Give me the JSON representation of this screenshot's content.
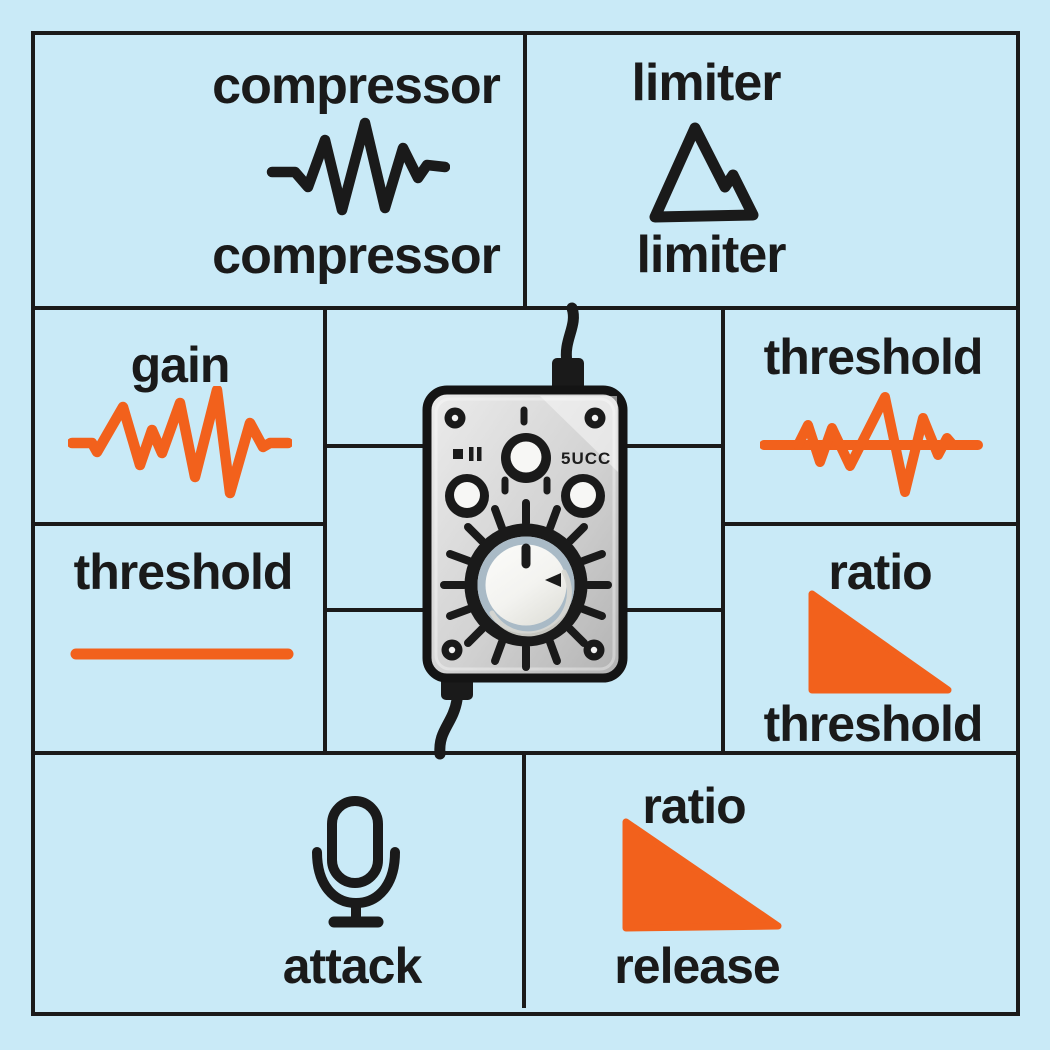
{
  "title": "audio compressor concepts grid illustration",
  "colors": {
    "background": "#c9eaf7",
    "ink": "#1a1a1a",
    "accent": "#f2611c",
    "device_gray": "#d6d6d6",
    "knob_ring": "#a9bac6"
  },
  "cells": {
    "top_left": {
      "label_top": "compressor",
      "label_bottom": "compressor",
      "icon": "sound-wave"
    },
    "top_right": {
      "label_top": "limiter",
      "label_bottom": "limiter",
      "icon": "mountain-peak"
    },
    "mid_left_upper": {
      "label": "gain",
      "icon": "sound-wave-orange"
    },
    "mid_left_lower": {
      "label": "threshold",
      "icon": "threshold-line"
    },
    "mid_right_upper": {
      "label": "threshold",
      "icon": "sound-wave-with-baseline"
    },
    "mid_right_lower": {
      "label_top": "ratio",
      "label_bottom": "threshold",
      "icon": "descending-ramp-triangle"
    },
    "bottom_left": {
      "label": "attack",
      "icon": "microphone"
    },
    "bottom_right": {
      "label_top": "ratio",
      "label_bottom": "release",
      "icon": "descending-ramp-triangle"
    }
  },
  "device": {
    "description": "compressor-pedal-illustration",
    "panel_text": "5UCC"
  }
}
